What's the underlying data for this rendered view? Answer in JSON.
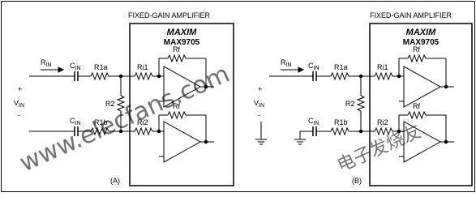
{
  "panels": [
    {
      "header": "FIXED-GAIN AMPLIFIER",
      "logo": "MAXIM",
      "part": "MAX9705",
      "rin": {
        "base": "R",
        "sub": "IN"
      },
      "cin_top": {
        "base": "C",
        "sub": "IN"
      },
      "cin_bot": {
        "base": "C",
        "sub": "IN"
      },
      "r1a": "R1a",
      "r1b": "R1b",
      "r2": "R2",
      "ri1": "Ri1",
      "ri2": "Ri2",
      "rf_top": "Rf",
      "rf_bot": "Rf",
      "plus": "+",
      "minus": "-",
      "vin": {
        "base": "V",
        "sub": "IN"
      },
      "caption": "(A)"
    },
    {
      "header": "FIXED-GAIN AMPLIFIER",
      "logo": "MAXIM",
      "part": "MAX9705",
      "rin": {
        "base": "R",
        "sub": "IN"
      },
      "cin_top": {
        "base": "C",
        "sub": "IN"
      },
      "cin_bot": {
        "base": "C",
        "sub": "IN"
      },
      "r1a": "R1a",
      "r1b": "R1b",
      "r2": "R2",
      "ri1": "Ri1",
      "ri2": "Ri2",
      "rf_top": "Rf",
      "rf_bot": "Rf",
      "plus": "+",
      "minus": "-",
      "vin": {
        "base": "V",
        "sub": "IN"
      },
      "caption": "(B)"
    }
  ],
  "watermark": {
    "latin": "www.elecfans.com",
    "cjk": "电子发烧友"
  },
  "colors": {
    "line": "#000000",
    "watermark": "#9a9a9a"
  }
}
